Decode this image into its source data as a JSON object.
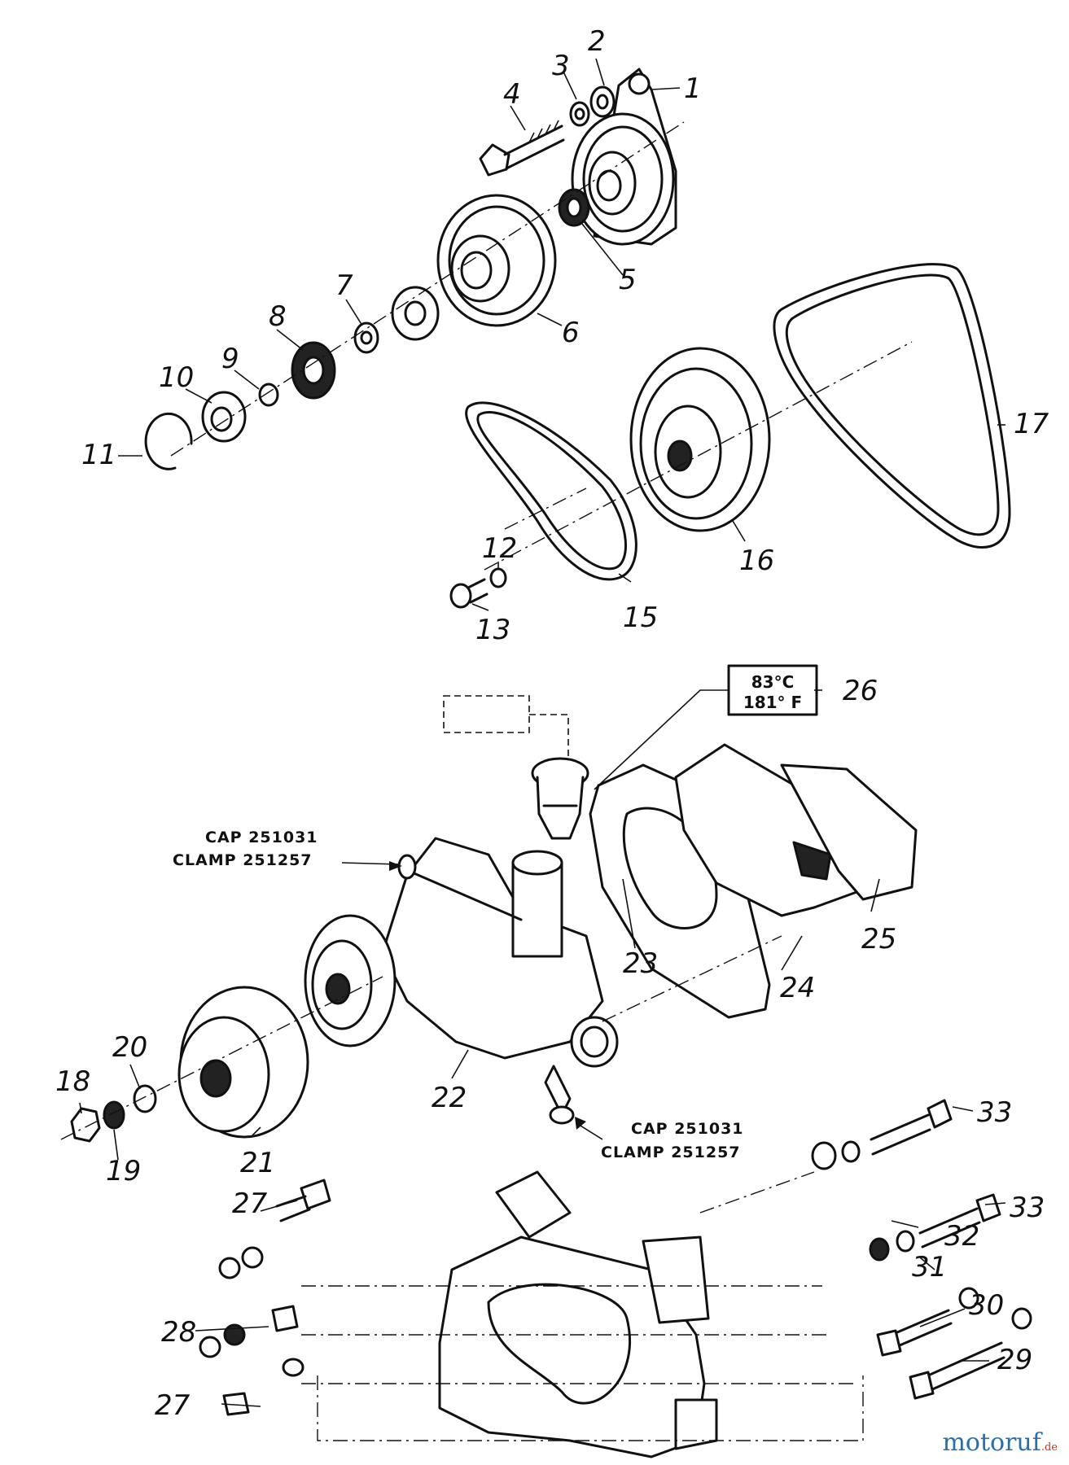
{
  "diagram": {
    "callouts": [
      "1",
      "2",
      "3",
      "4",
      "5",
      "6",
      "7",
      "8",
      "9",
      "10",
      "11",
      "12",
      "13",
      "15",
      "16",
      "17",
      "18",
      "19",
      "20",
      "21",
      "22",
      "23",
      "24",
      "25",
      "26",
      "27",
      "28",
      "29",
      "30",
      "31",
      "32",
      "33"
    ],
    "notes": {
      "top_cap": "CAP 251031",
      "top_clamp": "CLAMP 251257",
      "bottom_cap": "CAP 251031",
      "bottom_clamp": "CLAMP 251257"
    },
    "thermostat_rating": {
      "celsius": "83°C",
      "fahrenheit": "181° F"
    }
  },
  "watermark": {
    "brand": "motoruf",
    "tld": ".de"
  }
}
